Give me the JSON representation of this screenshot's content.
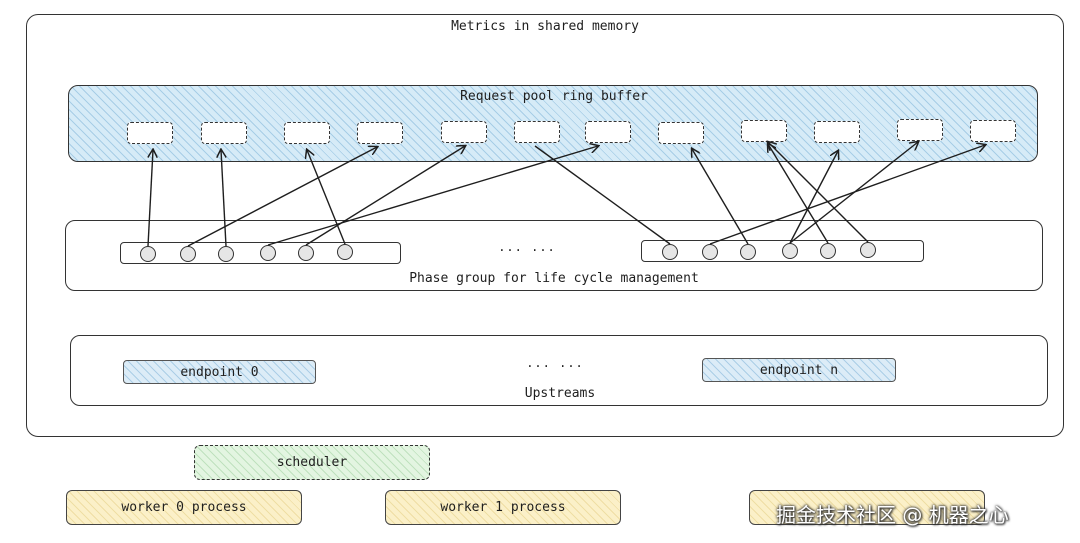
{
  "outer": {
    "title": "Metrics in shared memory"
  },
  "request_pool": {
    "title": "Request pool ring buffer",
    "slot_count": 12
  },
  "phase_group": {
    "label": "Phase group for life cycle management",
    "ellipsis": "... ..."
  },
  "upstreams": {
    "label": "Upstreams",
    "ellipsis": "... ...",
    "endpoints": [
      "endpoint 0",
      "endpoint n"
    ]
  },
  "scheduler": {
    "label": "scheduler"
  },
  "workers": [
    "worker 0 process",
    "worker 1 process",
    ""
  ],
  "watermark": "掘金技术社区 @ 机器之心",
  "colors": {
    "pool_fill": "#d6ebf7",
    "endpoint_fill": "#dcecf7",
    "scheduler_fill": "#e3f5e1",
    "worker_fill": "#fbf0c8",
    "stroke": "#333333"
  }
}
